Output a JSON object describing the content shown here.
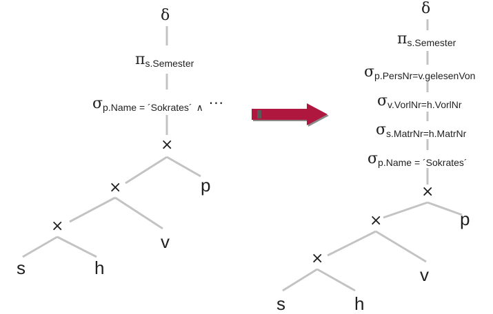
{
  "left_tree": {
    "delta": "δ",
    "projection": {
      "symbol": "π",
      "subscript": "s.Semester"
    },
    "selection": {
      "symbol": "σ",
      "subscript": "p.Name = ´Sokrates´",
      "connector": "∧",
      "ellipsis": "···"
    },
    "cross_top": "×",
    "cross_mid": "×",
    "cross_low": "×",
    "leaf_s": "s",
    "leaf_h": "h",
    "leaf_v": "v",
    "leaf_p": "p"
  },
  "right_tree": {
    "delta": "δ",
    "projection": {
      "symbol": "π",
      "subscript": "s.Semester"
    },
    "selection_persnr": {
      "symbol": "σ",
      "subscript": "p.PersNr=v.gelesenVon"
    },
    "selection_vorlnr": {
      "symbol": "σ",
      "subscript": "v.VorlNr=h.VorlNr"
    },
    "selection_matrnr": {
      "symbol": "σ",
      "subscript": "s.MatrNr=h.MatrNr"
    },
    "selection_name": {
      "symbol": "σ",
      "subscript": "p.Name = ´Sokrates´"
    },
    "cross_top": "×",
    "cross_mid": "×",
    "cross_low": "×",
    "leaf_s": "s",
    "leaf_h": "h",
    "leaf_v": "v",
    "leaf_p": "p"
  },
  "colors": {
    "edge": "#c3c3c3",
    "arrow_fill": "#b0173f",
    "arrow_body_dark": "#5a5a5a",
    "arrow_outline": "#8a8a8a",
    "text": "#1f1f1f"
  }
}
